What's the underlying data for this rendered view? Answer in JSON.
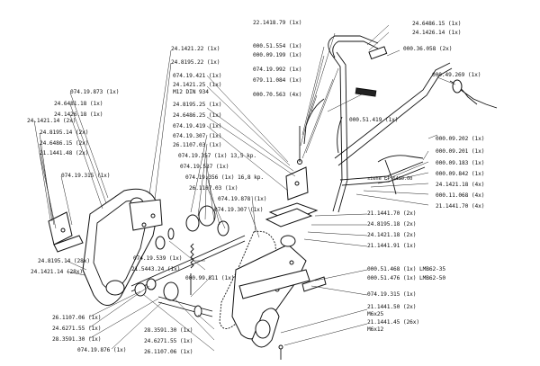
{
  "labels": {
    "l1": "22.1418.79 (1x)",
    "l2": "000.51.554 (1x)",
    "l3": "000.09.199 (1x)",
    "l4": "074.19.992 (1x)",
    "l5": "079.11.084 (1x)",
    "l6": "000.70.563 (4x)",
    "l7": "24.6486.15 (1x)",
    "l8": "24.1426.14 (1x)",
    "l9": "000.36.058 (2x)",
    "l10": "000.49.269 (1x)",
    "l11": "24.1421.22 (1x)",
    "l12": "24.8195.22 (1x)",
    "l13": "074.19.421 (1x)",
    "l14": "24.1421.25 (1x)",
    "l15": "M12 DIN 934",
    "l16": "24.8195.25 (1x)",
    "l17": "24.6486.25 (1x)",
    "l18": "074.19.419 (1x)",
    "l19": "074.19.307 (1x)",
    "l20": "26.1107.03 (1x)",
    "l21": "074.19.357 (1x) 13,5 kp.",
    "l22": "074.19.537 (1x)",
    "l23": "074.19.356 (1x) 16,8 kp.",
    "l24": "26.1107.03 (1x)",
    "l25": "074.19.878 (1x)",
    "l26": "074.19.307 (1x)",
    "l27": "074.19.873 (1x)",
    "l28": "24.6481.18 (1x)",
    "l29": "24.1426.18 (1x)",
    "l30": "24.1421.14 (2x)",
    "l31": "24.8195.14 (2x)",
    "l32": "24.6486.15 (2x)",
    "l33": "21.1441.48 (2x)",
    "l34": "074.19.315 (1x)",
    "l35": "000.51.419 (1x)",
    "l36": "000.09.202 (1x)",
    "l37": "000.09.201 (1x)",
    "l38": "000.09.183 (1x)",
    "l39": "000.09.842 (1x)",
    "l40": "24.1421.18 (4x)",
    "l41": "000.11.068 (4x)",
    "l42": "21.1441.70 (4x)",
    "l43": "siehe ET 6410.00",
    "l44": "21.1441.70 (2x)",
    "l45": "24.8195.18 (2x)",
    "l46": "24.1421.18 (2x)",
    "l47": "21.1441.91 (1x)",
    "l48": "000.51.468 (1x) LMB62-35",
    "l49": "000.51.476 (1x) LMB62-50",
    "l50": "074.19.315 (1x)",
    "l51": "21.1441.50 (2x)",
    "l52": "M6x25",
    "l53": "21.1441.45 (26x)",
    "l54": "M6x12",
    "l55": "24.8195.14 (28x)",
    "l56": "24.1421.14 (28x)",
    "l57": "074.19.539 (1x)",
    "l58": "21.5443.24 (1x)",
    "l59": "000.99.811 (1x)",
    "l60": "26.1107.06 (1x)",
    "l61": "24.6271.55 (1x)",
    "l62": "28.3591.30 (1x)",
    "l63": "074.19.876 (1x)",
    "l64": "28.3591.30 (1x)",
    "l65": "24.6271.55 (1x)",
    "l66": "26.1107.06 (1x)"
  }
}
